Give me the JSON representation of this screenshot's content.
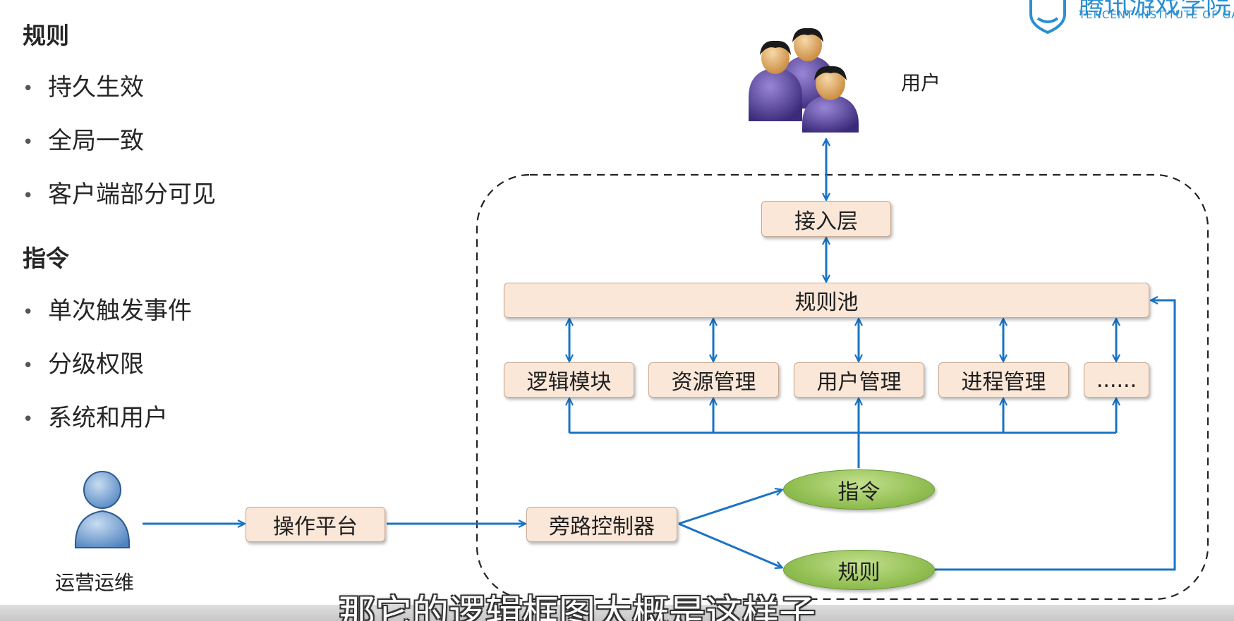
{
  "left_panel": {
    "rules_title": "规则",
    "rules_items": [
      "持久生效",
      "全局一致",
      "客户端部分可见"
    ],
    "commands_title": "指令",
    "commands_items": [
      "单次触发事件",
      "分级权限",
      "系统和用户"
    ]
  },
  "diagram": {
    "users_label": "用户",
    "access_layer": "接入层",
    "rule_pool": "规则池",
    "modules": [
      "逻辑模块",
      "资源管理",
      "用户管理",
      "进程管理",
      "......"
    ],
    "command_node": "指令",
    "rule_node": "规则",
    "bypass_controller": "旁路控制器",
    "ops_platform": "操作平台",
    "ops_label": "运营运维",
    "arrow_color": "#1a73c4"
  },
  "logo": {
    "cn": "腾讯游戏学院",
    "en": "TENCENT INSTITUTE OF GAMES"
  },
  "subtitle": "那它的逻辑框图大概是这样子"
}
